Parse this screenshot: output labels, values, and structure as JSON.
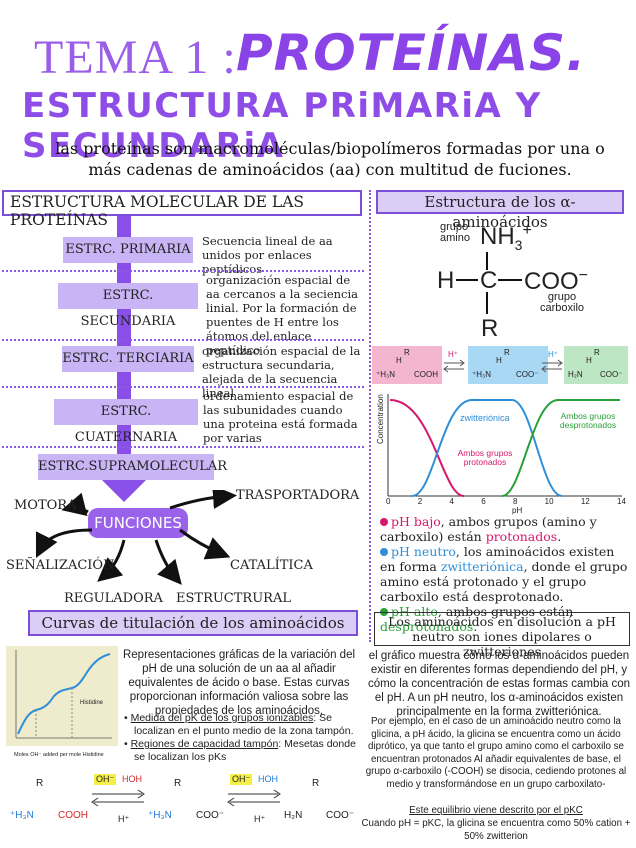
{
  "title": {
    "part1": "TEMA 1 :",
    "part2": "PROTEÍNAS.",
    "sub": "ESTRUCTURA PRiMARiA Y SECUNDARiA"
  },
  "intro": "las proteínas son macromoléculas/biopolímeros formadas por una o más cadenas de aminoácidos (aa) con multitud de fuciones.",
  "left": {
    "heading": "ESTRUCTURA MOLECULAR DE LAS PROTEÍNAS",
    "levels": [
      {
        "label": "ESTRC. PRIMARIA",
        "desc": "Secuencia lineal de aa unidos por enlaces peptídicos"
      },
      {
        "label": "ESTRC. SECUNDARIA",
        "desc": "organización espacial de aa cercanos a la seciencia linial. Por la formación de puentes de H entre los átomos del enlace peptídico"
      },
      {
        "label": "ESTRC. TERCIARIA",
        "desc": "organización espacial de la estructura secundaria, alejada de la secuencia lineal"
      },
      {
        "label": "ESTRC. CUATERNARIA",
        "desc": "ordenamiento espacial de las subunidades cuando una proteina está formada por varias"
      },
      {
        "label": "ESTRC.SUPRAMOLECULAR",
        "desc": ""
      }
    ],
    "functions_label": "FUNCIONES",
    "functions": [
      "MOTORA",
      "TRASPORTADORA",
      "SEÑALIZACIÓN",
      "CATALÍTICA",
      "REGULADORA",
      "ESTRUCTRURAL"
    ]
  },
  "right": {
    "heading": "Estructura de los α-aminoácidos",
    "molecule": {
      "amino_label": "grupo amino",
      "nh3": "NH",
      "nh3_sub": "3",
      "charge_plus": "+",
      "h": "H",
      "c": "C",
      "coo": "COO",
      "charge_minus": "−",
      "carboxyl_label": "grupo carboxilo",
      "r": "R"
    },
    "forms": {
      "h_plus": "H⁺",
      "r": "R",
      "h": "H",
      "cooh": "COOH",
      "coo": "COO⁻",
      "nh3": "⁺H₃N",
      "h2n": "H₂N"
    },
    "chart_labels": {
      "zwitter": "zwitteriónica",
      "protonados": "Ambos grupos protonados",
      "desprot": "Ambos grupos desprotonados",
      "ylabel": "Concentration",
      "xlabel": "pH",
      "ticks": [
        "0",
        "2",
        "4",
        "6",
        "8",
        "10",
        "12",
        "14"
      ]
    },
    "ph_points": [
      {
        "color": "#d6186c",
        "pre": "pH bajo",
        "text": ", ambos grupos (amino y carboxilo) están ",
        "hl": "protonados",
        "hlcolor": "#d6186c",
        "post": "."
      },
      {
        "color": "#2e8fd8",
        "pre": "pH neutro",
        "text": ", los aminoácidos existen en forma ",
        "hl": "zwitteriónica",
        "hlcolor": "#2e8fd8",
        "post": ", donde el grupo amino está protonado y el grupo carboxilo está desprotonado."
      },
      {
        "color": "#28a038",
        "pre": "pH alto",
        "text": ", ambos grupos están ",
        "hl": "desprotonados",
        "hlcolor": "#28a038",
        "post": "."
      }
    ],
    "zwitter_box": "Los aminoácidos en disolución a pH neutro son iones dipolares o zwitteriones",
    "zwitter_text": "el gráfico muestra cómo los α-aminoácidos pueden existir en diferentes formas dependiendo del pH, y cómo la concentración de estas formas cambia con el pH. A un pH neutro, los α-aminoácidos existen principalmente en la forma zwitteriónica.",
    "glycine_text": "Por ejemplo, en el caso de un aminoácido neutro como la glicina, a pH ácido, la glicina se encuentra como un ácido diprótico, ya que tanto el grupo amino como el carboxilo se encuentran protonados Al añadir equivalentes de base, el grupo α-carboxilo (-COOH) se disocia, cediendo protones al medio y transformándose en un grupo carboxilato-",
    "equilibrium": "Este equilibrio viene descrito por el pKC",
    "pkc": "Cuando pH = pKC, la glicina se encuentra como 50% cation + 50% zwitterion"
  },
  "titration": {
    "heading": "Curvas de titulación de los aminoácidos",
    "text": "Representaciones gráficas de la variación del pH de una solución de un aa al añadir equivalentes de ácido o base.  Estas curvas proporcionan información valiosa sobre las propiedades de los aminoácidos,",
    "bullets": [
      {
        "u": "Medida del pK de los grupos ionizables",
        "rest": ": Se localizan en el punto medio de la zona tampón."
      },
      {
        "u": "Regiones de capacidad tampón",
        "rest": ": Mesetas donde se localizan los pKs"
      }
    ],
    "chart_xlabel": "Moles OH⁻ added per mole Histidine",
    "chart_histidine": "Histidine",
    "oh": "OH⁻",
    "hoh": "HOH",
    "h_plus": "H⁺"
  },
  "colors": {
    "purple": "#8a43e6",
    "lavender": "#c9b4f5",
    "pink": "#f4b6cf",
    "blue": "#a9d8f5",
    "green": "#bde6c4"
  }
}
